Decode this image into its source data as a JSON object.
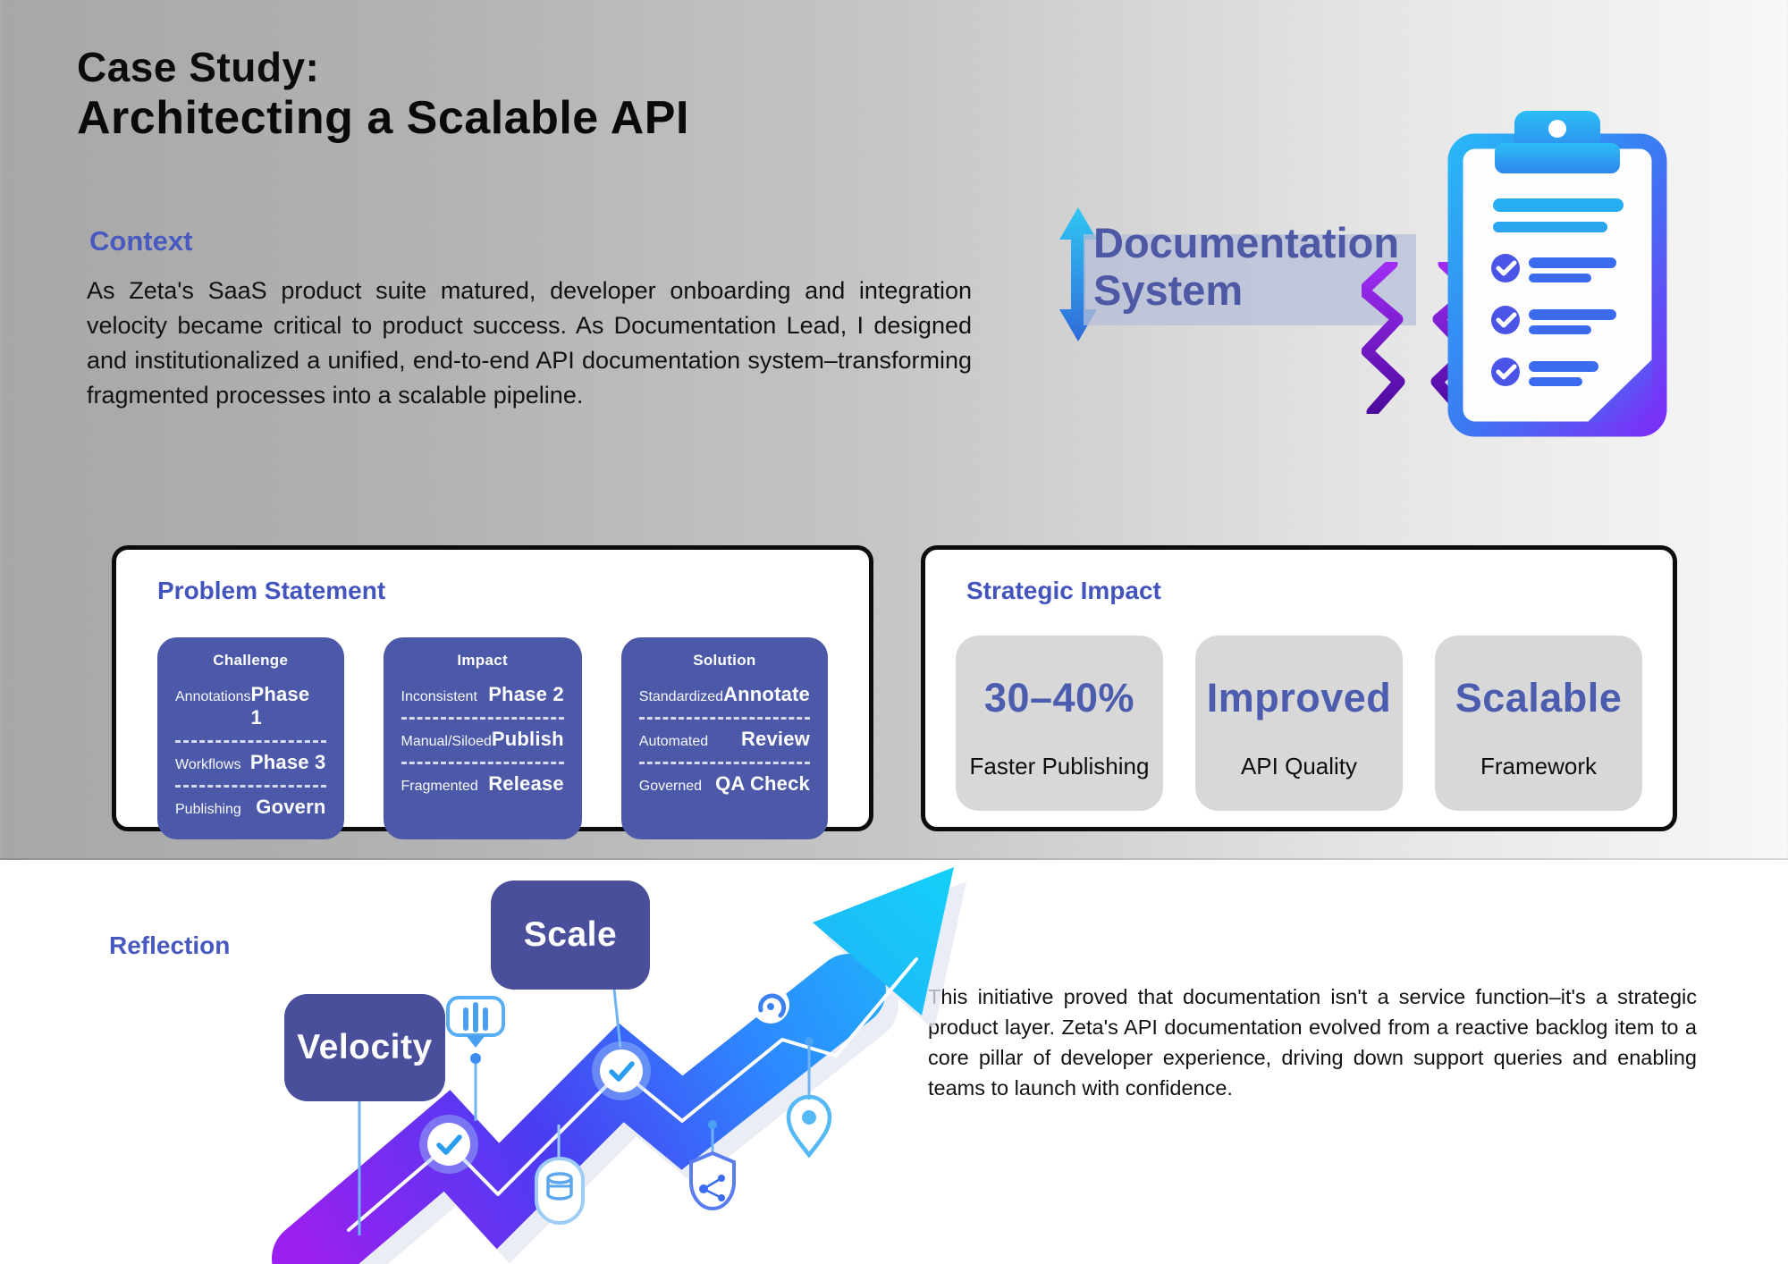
{
  "header": {
    "title_line1": "Case Study:",
    "title_line2": "Architecting a Scalable API"
  },
  "context": {
    "heading": "Context",
    "body": "As Zeta's SaaS product suite matured, developer onboarding and integration velocity became critical to product success. As Documentation Lead, I designed and institutionalized a unified, end-to-end API documentation system–transforming fragmented processes into a scalable pipeline."
  },
  "doc_system": {
    "label_line1": "Documentation",
    "label_line2": "System"
  },
  "problem_statement": {
    "heading": "Problem Statement",
    "cards": [
      {
        "title": "Challenge",
        "rows": [
          {
            "label": "Annotations",
            "value": "Phase 1"
          },
          {
            "label": "Workflows",
            "value": "Phase 3"
          },
          {
            "label": "Publishing",
            "value": "Govern"
          }
        ]
      },
      {
        "title": "Impact",
        "rows": [
          {
            "label": "Inconsistent",
            "value": "Phase 2"
          },
          {
            "label": "Manual/Siloed",
            "value": "Publish"
          },
          {
            "label": "Fragmented",
            "value": "Release"
          }
        ]
      },
      {
        "title": "Solution",
        "rows": [
          {
            "label": "Standardized",
            "value": "Annotate"
          },
          {
            "label": "Automated",
            "value": "Review"
          },
          {
            "label": "Governed",
            "value": "QA Check"
          }
        ]
      }
    ]
  },
  "strategic_impact": {
    "heading": "Strategic Impact",
    "stats": [
      {
        "value": "30–40%",
        "label": "Faster Publishing"
      },
      {
        "value": "Improved",
        "label": "API Quality"
      },
      {
        "value": "Scalable",
        "label": "Framework"
      }
    ]
  },
  "reflection": {
    "heading": "Reflection",
    "body": "This initiative proved that documentation isn't a service function–it's a strategic product layer. Zeta's API documentation evolved from a reactive backlog item to a core pillar of developer experience, driving down support queries and enabling teams to launch with confidence."
  },
  "growth_chart": {
    "bubbles": [
      "Velocity",
      "Scale"
    ],
    "icons": [
      "hand",
      "check",
      "database",
      "check",
      "shield-network",
      "gauge",
      "location-pin"
    ]
  },
  "colors": {
    "heading_blue": "#4859c0",
    "doc_system_text": "#4d59a4",
    "doc_system_highlight": "#b7bdd8",
    "problem_card_purple": "#4b59a8",
    "stat_card_gray": "#d8d8d8",
    "stat_value_blue": "#4c5cae",
    "bubble_indigo": "#4a4f9b",
    "arrow_gradient_start": "#9b1ff0",
    "arrow_gradient_mid": "#2e6bff",
    "arrow_gradient_end": "#18c6f8",
    "clipboard_gradient_start": "#29b6f6",
    "clipboard_gradient_end": "#7b2ff7",
    "band_gray_left": "#a7a7a7",
    "band_gray_right": "#f7f7f7"
  }
}
